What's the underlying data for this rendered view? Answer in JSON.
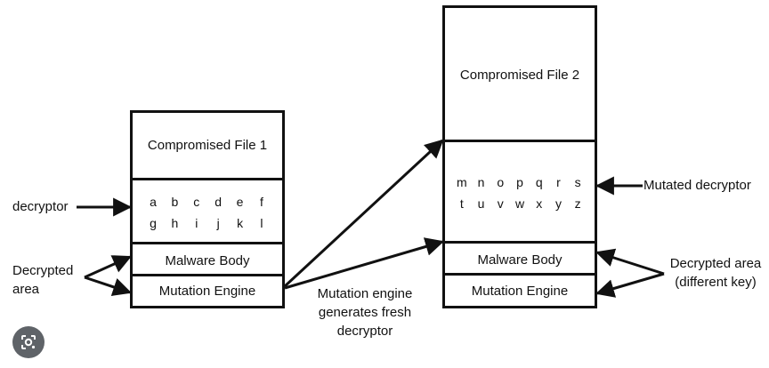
{
  "file1": {
    "title": "Compromised File 1",
    "letters_row1": [
      "a",
      "b",
      "c",
      "d",
      "e",
      "f"
    ],
    "letters_row2": [
      "g",
      "h",
      "i",
      "j",
      "k",
      "l"
    ],
    "body": "Malware Body",
    "engine": "Mutation Engine"
  },
  "file2": {
    "title": "Compromised File 2",
    "letters_row1": [
      "m",
      "n",
      "o",
      "p",
      "q",
      "r",
      "s"
    ],
    "letters_row2": [
      "t",
      "u",
      "v",
      "w",
      "x",
      "y",
      "z"
    ],
    "body": "Malware Body",
    "engine": "Mutation Engine"
  },
  "labels": {
    "decryptor": "decryptor",
    "decrypted_area_line1": "Decrypted",
    "decrypted_area_line2": "area",
    "mutation_line1": "Mutation engine",
    "mutation_line2": "generates fresh",
    "mutation_line3": "decryptor",
    "mutated_decryptor": "Mutated decryptor",
    "decrypted_diff_line1": "Decrypted area",
    "decrypted_diff_line2": "(different key)"
  },
  "icons": {
    "lens": "google-lens-icon"
  }
}
